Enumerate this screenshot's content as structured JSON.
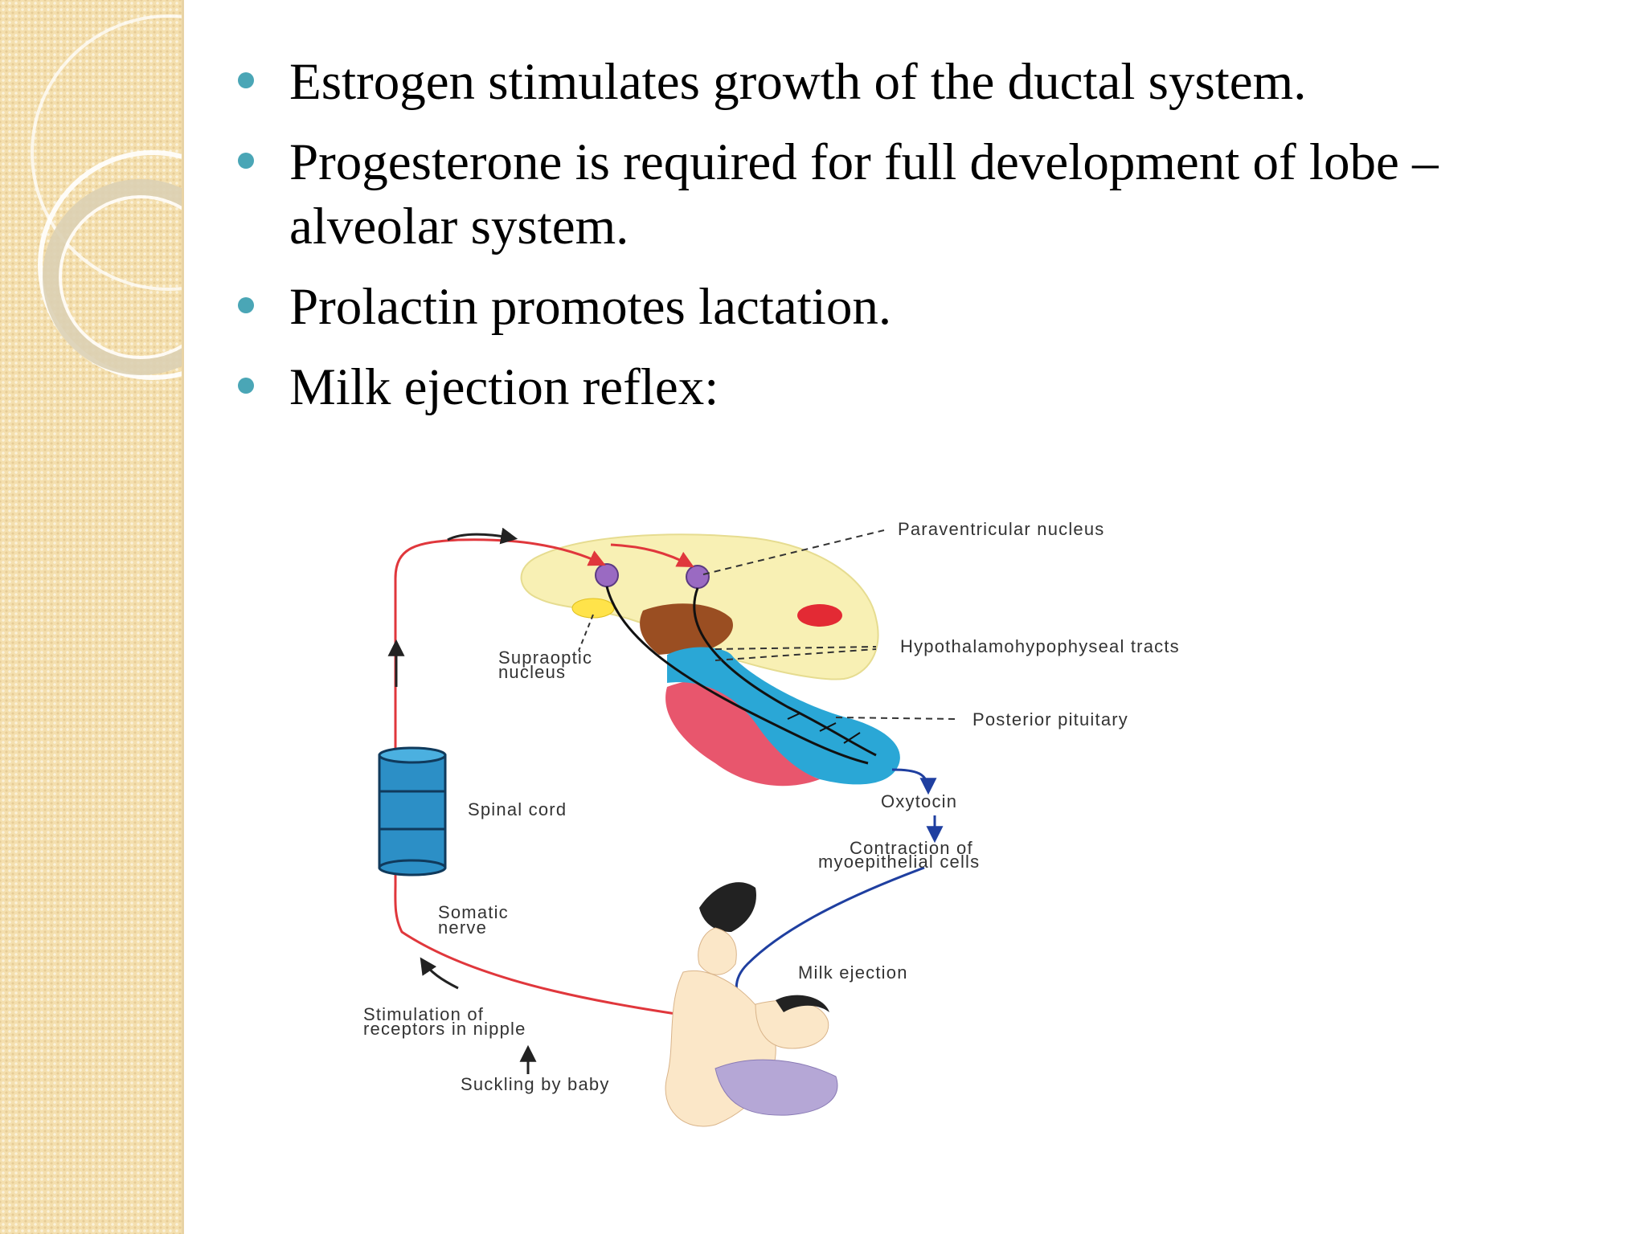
{
  "bullets": [
    "Estrogen stimulates growth of the ductal system.",
    "Progesterone is required for full development of lobe – alveolar system.",
    "Prolactin promotes lactation.",
    "Milk ejection reflex:"
  ],
  "diagram": {
    "labels": {
      "paraventricular": "Paraventricular nucleus",
      "supraoptic_1": "Supraoptic",
      "supraoptic_2": "nucleus",
      "tracts": "Hypothalamohypophyseal tracts",
      "posterior": "Posterior pituitary",
      "spinal": "Spinal cord",
      "oxytocin": "Oxytocin",
      "contraction_1": "Contraction of",
      "contraction_2": "myoepithelial cells",
      "somatic_1": "Somatic",
      "somatic_2": "nerve",
      "milk": "Milk ejection",
      "stimulation_1": "Stimulation of",
      "stimulation_2": "receptors in nipple",
      "suckling": "Suckling by baby"
    }
  },
  "colors": {
    "bullet": "#4aa6b6",
    "sidebar": "#f4dfae",
    "nerve": "#e0373c",
    "hypothalamus": "#f8f0b4",
    "pituitary_posterior": "#2aa7d6",
    "pituitary_anterior": "#e8566d",
    "spinal_cord": "#2c8fc6"
  }
}
